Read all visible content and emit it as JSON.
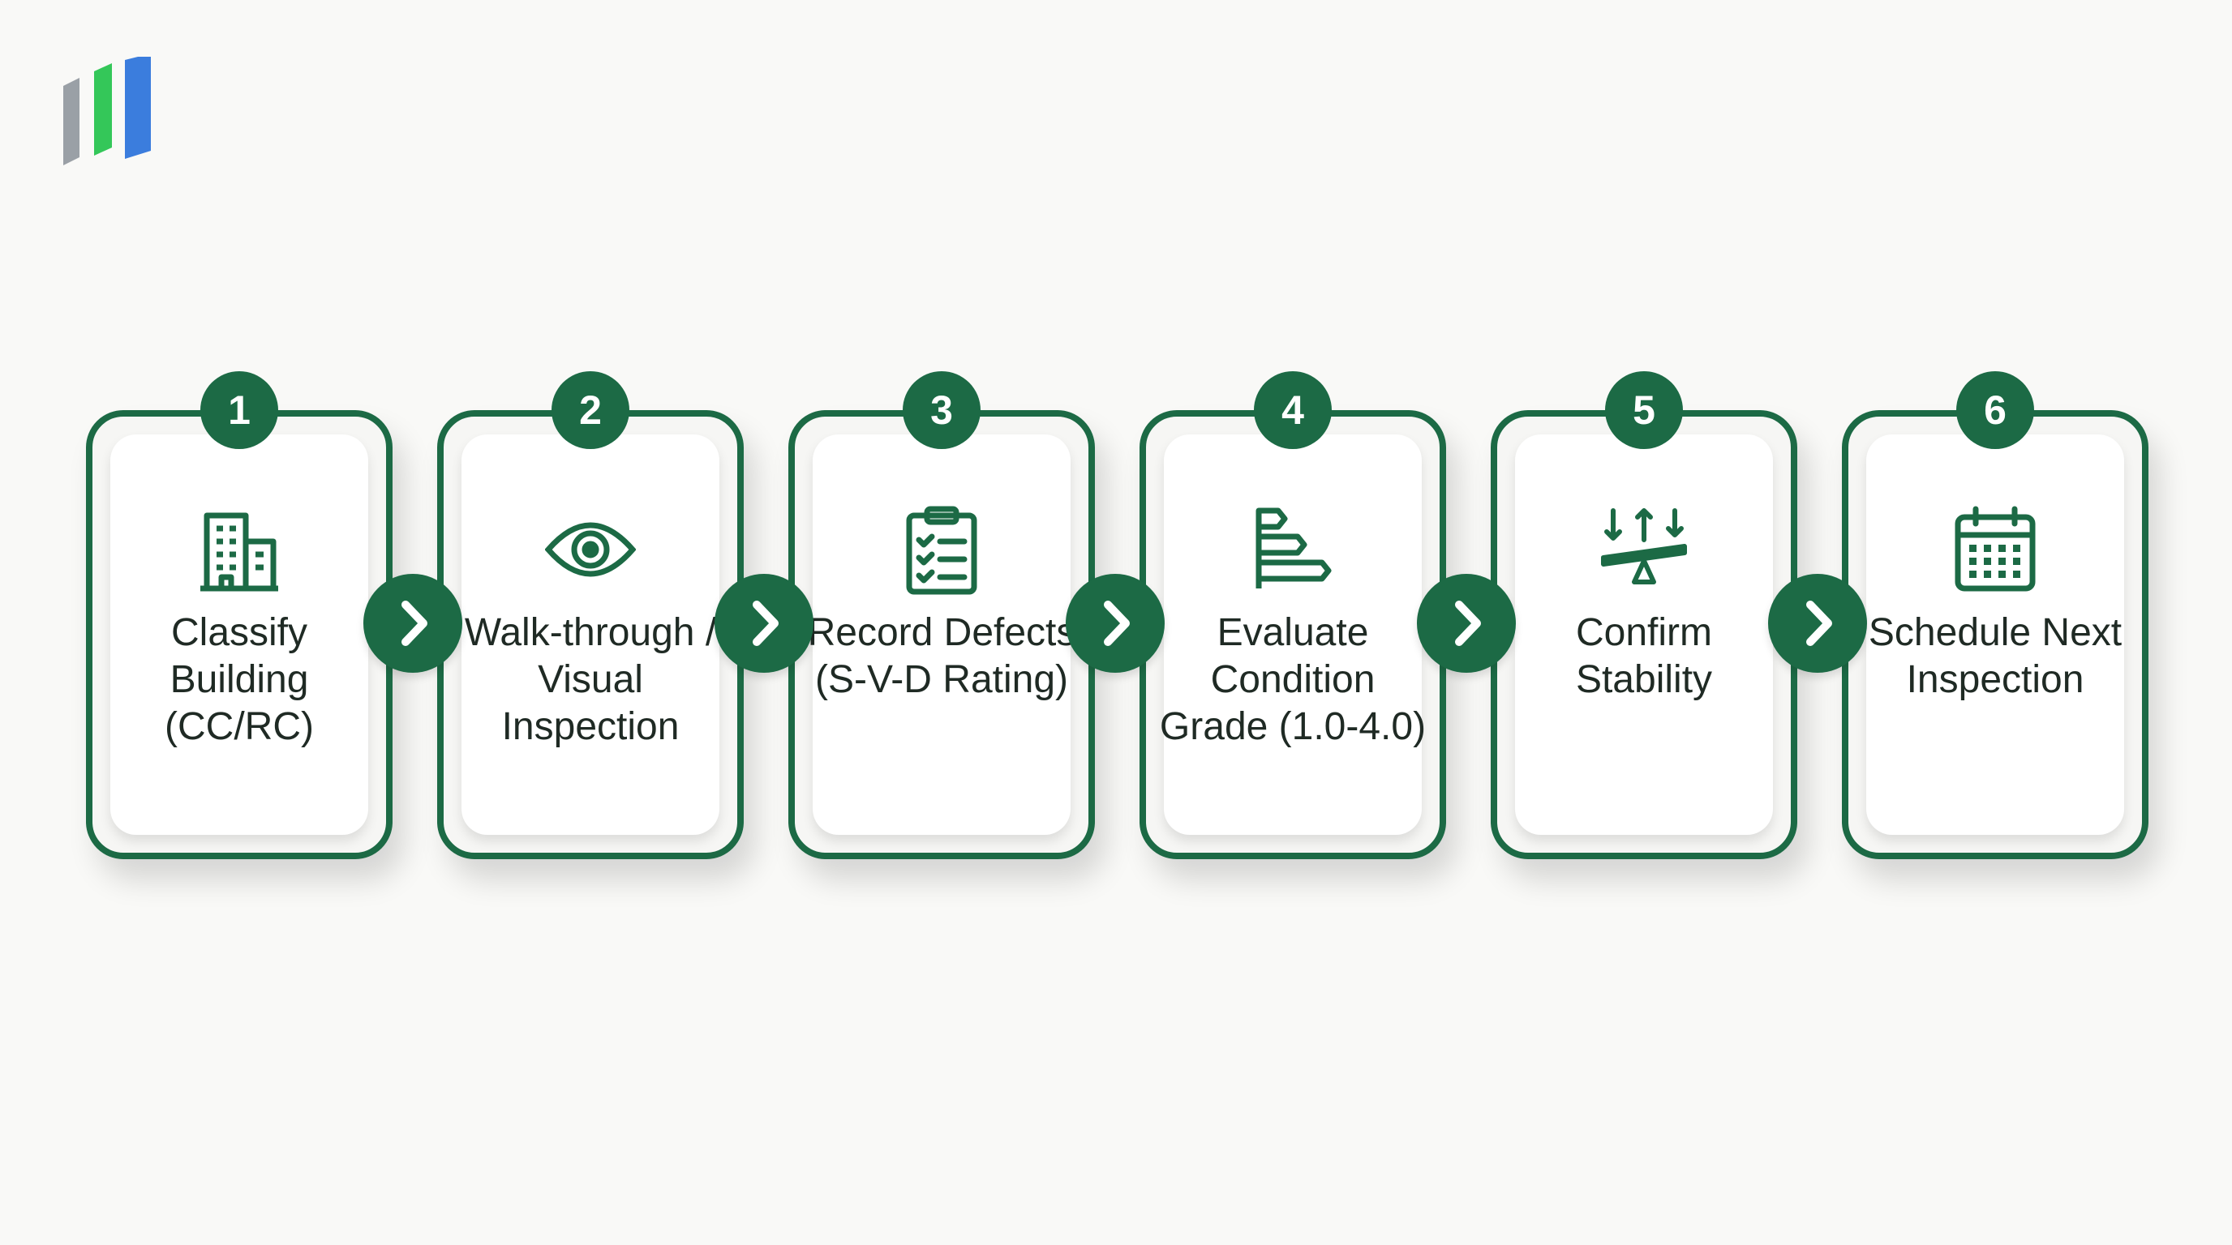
{
  "steps": [
    {
      "number": "1",
      "label": "Classify Building (CC/RC)",
      "icon": "building-icon"
    },
    {
      "number": "2",
      "label": "Walk-through / Visual Inspection",
      "icon": "eye-icon"
    },
    {
      "number": "3",
      "label": "Record Defects (S-V-D Rating)",
      "icon": "clipboard-checklist-icon"
    },
    {
      "number": "4",
      "label": "Evaluate Condition Grade (1.0-4.0)",
      "icon": "grade-bars-icon"
    },
    {
      "number": "5",
      "label": "Confirm Stability",
      "icon": "balance-icon"
    },
    {
      "number": "6",
      "label": "Schedule Next Inspection",
      "icon": "calendar-icon"
    }
  ],
  "colors": {
    "accent": "#1c6a45",
    "card_fill": "#ffffff",
    "background": "#f9f9f7",
    "logo_gray": "#9aa0a6",
    "logo_green": "#34c759",
    "logo_blue": "#3b7ddd"
  }
}
